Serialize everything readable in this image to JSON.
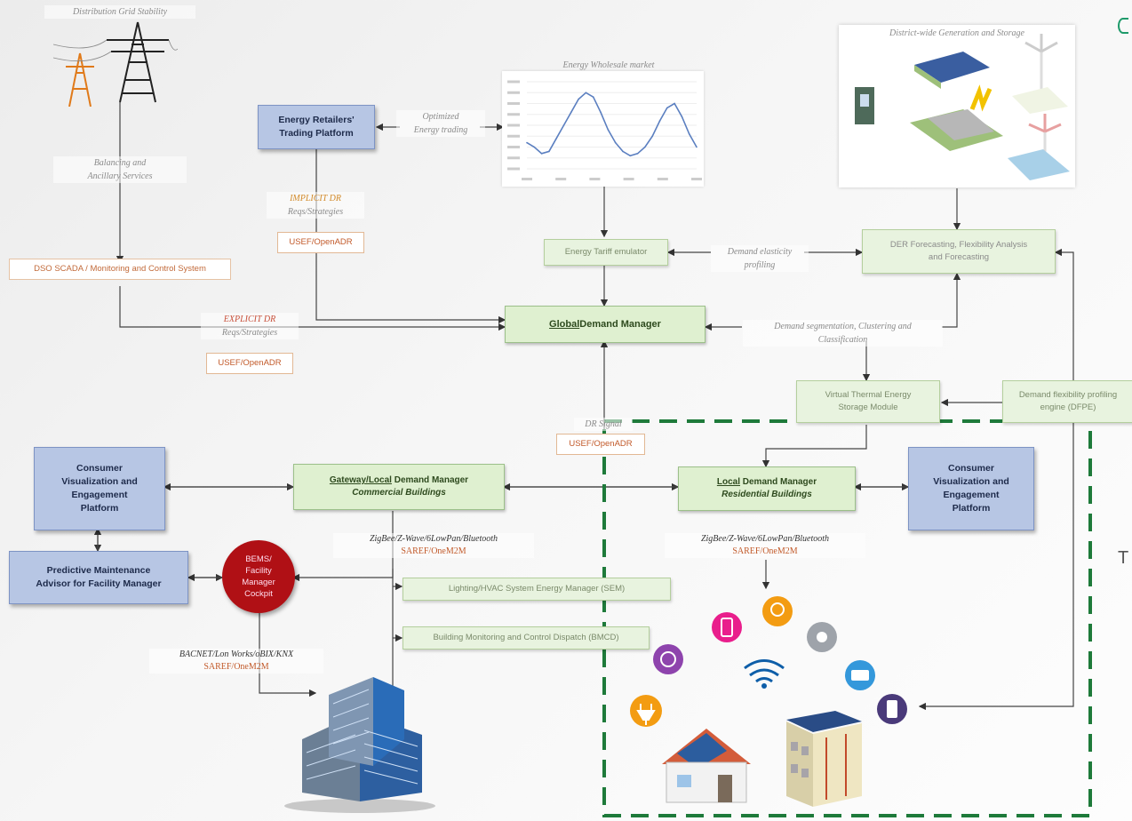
{
  "top": {
    "grid_stability": "Distribution Grid Stability",
    "wholesale_market": "Energy Wholesale market",
    "district_generation": "District-wide Generation and Storage"
  },
  "labels": {
    "balancing": [
      "Balancing and",
      "Ancillary Services"
    ],
    "optimized": [
      "Optimized",
      "Energy trading"
    ],
    "implicit": [
      "IMPLICIT DR",
      "Reqs/Strategies"
    ],
    "explicit": [
      "EXPLICIT DR",
      "Reqs/Strategies"
    ],
    "elasticity": [
      "Demand elasticity",
      "profiling"
    ],
    "segmentation": [
      "Demand segmentation, Clustering and",
      "Classification"
    ],
    "dr_signal": "DR Signal",
    "gw_protocol": [
      "ZigBee/Z-Wave/6LowPan/Bluetooth",
      "SAREF/OneM2M"
    ],
    "res_protocol": [
      "ZigBee/Z-Wave/6LowPan/Bluetooth",
      "SAREF/OneM2M"
    ],
    "bacnet": [
      "BACNET/Lon Works/oBIX/KNX",
      "SAREF/OneM2M"
    ]
  },
  "protocols": {
    "usef_implicit": "USEF/OpenADR",
    "usef_explicit": "USEF/OpenADR",
    "usef_dr": "USEF/OpenADR"
  },
  "boxes": {
    "retailers": [
      "Energy Retailers'",
      "Trading Platform"
    ],
    "dso": "DSO SCADA / Monitoring and Control System",
    "tariff": "Energy Tariff emulator",
    "der": [
      "DER Forecasting, Flexibility Analysis",
      "and Forecasting"
    ],
    "global_dm_bold": "Global",
    "global_dm_rest": " Demand Manager",
    "vtes": [
      "Virtual Thermal Energy",
      "Storage Module"
    ],
    "dfpe": [
      "Demand flexibility profiling",
      "engine (DFPE)"
    ],
    "gw_dm_line1_bold": "Gateway/Local",
    "gw_dm_line1_rest": "  Demand Manager",
    "gw_dm_line2": "Commercial Buildings",
    "local_dm_line1_bold": "Local",
    "local_dm_line1_rest": " Demand Manager",
    "local_dm_line2": "Residential Buildings",
    "consumer_left": [
      "Consumer",
      "Visualization and",
      "Engagement",
      "Platform"
    ],
    "consumer_right": [
      "Consumer",
      "Visualization and",
      "Engagement",
      "Platform"
    ],
    "predictive": [
      "Predictive Maintenance",
      "Advisor for Facility Manager"
    ],
    "bems": [
      "BEMS/",
      "Facility",
      "Manager",
      "Cockpit"
    ],
    "sem": "Lighting/HVAC System Energy Manager (SEM)",
    "bmcd": "Building Monitoring and Control Dispatch (BMCD)"
  },
  "edge_text": "T",
  "colors": {
    "green_dash": "#1e7a3a",
    "blue_box": "#b7c6e4",
    "green_box": "#dff0d0",
    "bems_red": "#b01015",
    "chart_line": "#5b7fc0"
  },
  "chart_data": {
    "type": "line",
    "title": "Energy Wholesale market",
    "x": [
      0,
      1,
      2,
      3,
      4,
      5,
      6,
      7,
      8,
      9,
      10,
      11,
      12,
      13,
      14,
      15,
      16,
      17,
      18,
      19,
      20,
      21,
      22,
      23
    ],
    "series": [
      {
        "values": [
          52,
          50,
          47,
          48,
          54,
          60,
          66,
          72,
          75,
          73,
          66,
          58,
          52,
          48,
          46,
          47,
          50,
          55,
          62,
          68,
          70,
          64,
          56,
          50
        ]
      }
    ],
    "ylim": [
      40,
      80
    ]
  }
}
